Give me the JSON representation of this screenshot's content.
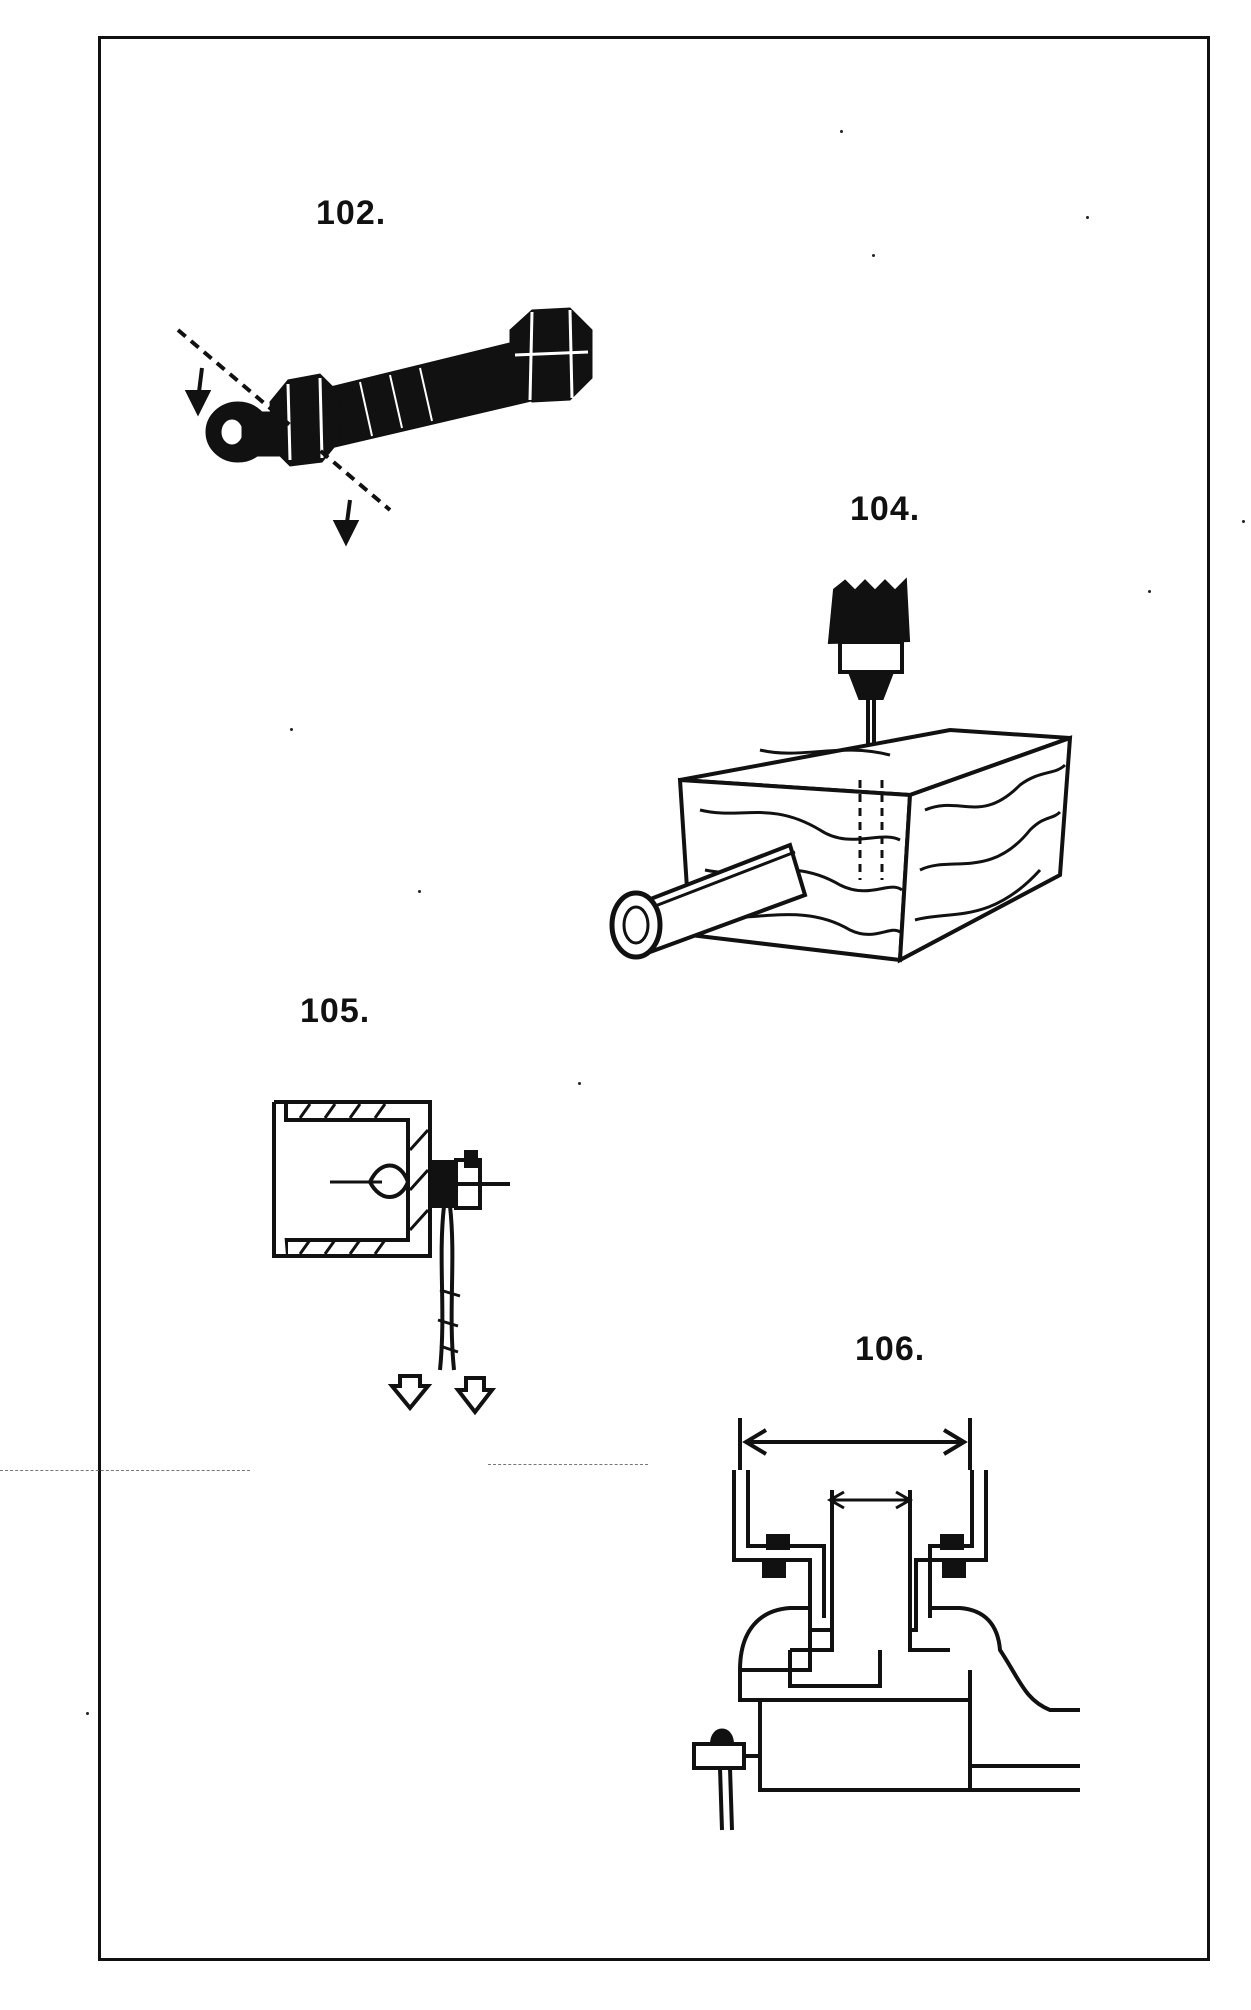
{
  "figures": [
    {
      "id": "102",
      "label": "102."
    },
    {
      "id": "104",
      "label": "104."
    },
    {
      "id": "105",
      "label": "105."
    },
    {
      "id": "106",
      "label": "106."
    }
  ]
}
